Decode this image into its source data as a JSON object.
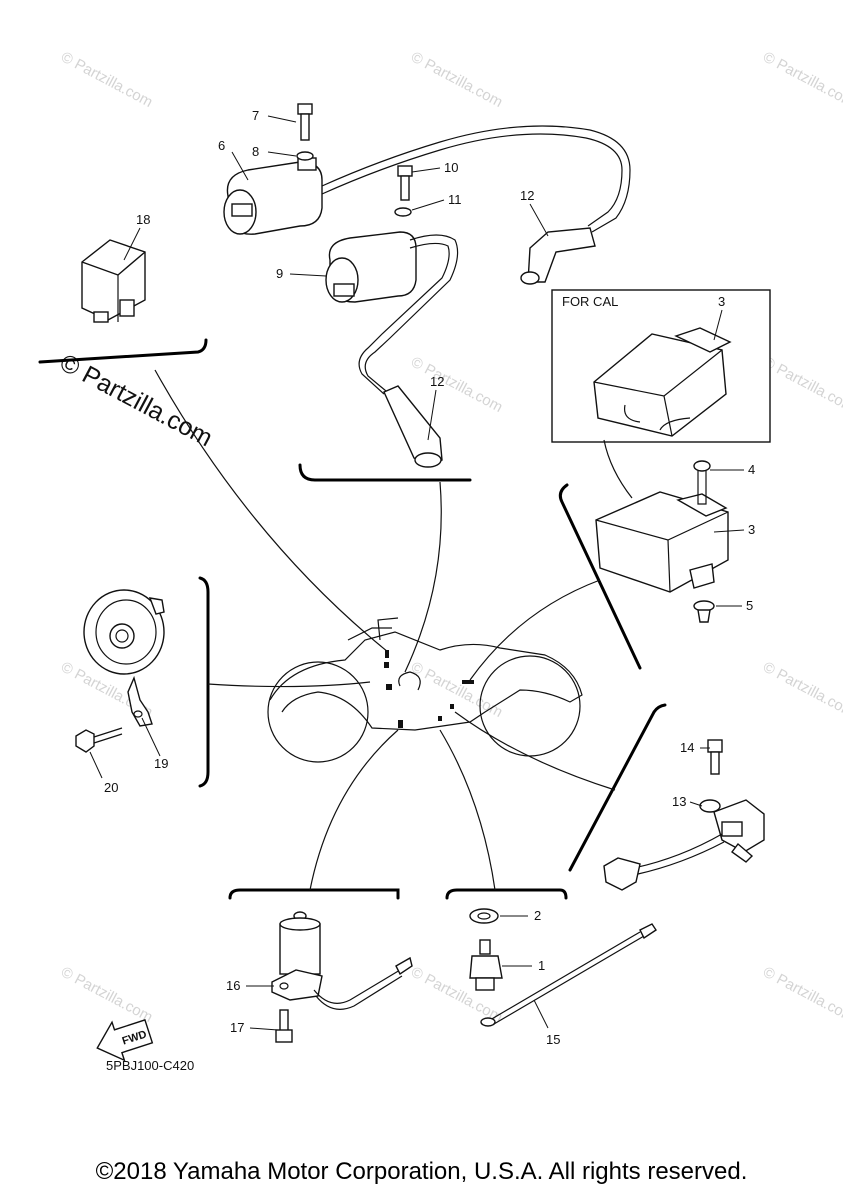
{
  "watermark": {
    "main": "© Partzilla.com",
    "small": "© Partzilla.com"
  },
  "diagram_code": "5PBJ100-C420",
  "inset_title": "FOR CAL",
  "fwd_badge": "FWD",
  "copyright": "©2018 Yamaha Motor Corporation, U.S.A. All rights reserved.",
  "callouts": {
    "c1": "1",
    "c2": "2",
    "c3a": "3",
    "c3b": "3",
    "c4": "4",
    "c5": "5",
    "c6": "6",
    "c7": "7",
    "c8": "8",
    "c9": "9",
    "c10": "10",
    "c11": "11",
    "c12a": "12",
    "c12b": "12",
    "c13": "13",
    "c14": "14",
    "c15": "15",
    "c16": "16",
    "c17": "17",
    "c18": "18",
    "c19": "19",
    "c20": "20"
  }
}
